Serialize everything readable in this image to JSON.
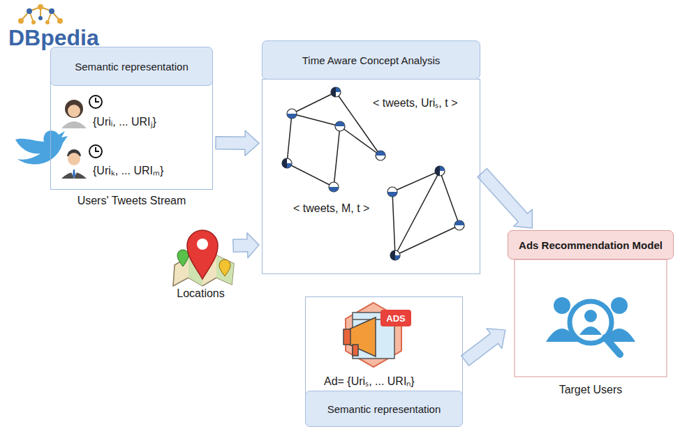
{
  "diagram": {
    "nodes": [
      {
        "text": [
          "Semantic representation",
          "{Uriᵢ, ... URIⱼ}",
          "{Uriₖ, ... URIₘ}",
          "Users' Tweets Stream"
        ]
      },
      {
        "text": [
          "Time Aware Concept Analysis",
          "< tweets, Uriₛ, t >",
          "< tweets, M, t >"
        ]
      },
      {
        "text": [
          "Locations"
        ]
      },
      {
        "text": [
          "Ad= {Uriₛ, ... URIₙ}",
          "Semantic representation"
        ]
      },
      {
        "text": [
          "Ads Recommendation Model",
          "Target Users"
        ]
      }
    ],
    "edges": [
      {
        "from": 0,
        "to": 1,
        "arrow": "to"
      },
      {
        "from": 2,
        "to": 1,
        "arrow": "to"
      },
      {
        "from": 1,
        "to": 4,
        "arrow": "to"
      },
      {
        "from": 3,
        "to": 4,
        "arrow": "to"
      }
    ],
    "labels": [
      "DBpedia",
      "ADS"
    ]
  }
}
